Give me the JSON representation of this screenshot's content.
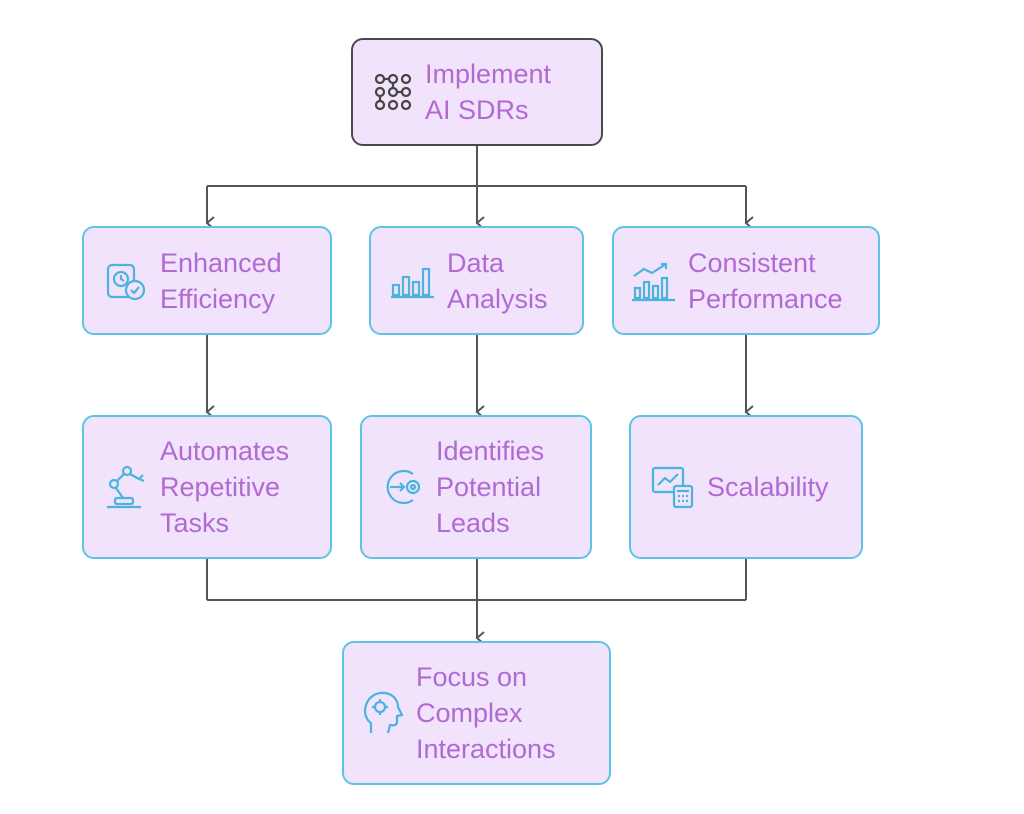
{
  "colors": {
    "node_fill": "#f1e3fb",
    "node_border": "#5ec4e6",
    "root_border": "#4a4a4a",
    "label_text": "#b26ad3",
    "icon": "#4ab4dc",
    "connector": "#555555"
  },
  "nodes": {
    "root": {
      "label": "Implement\nAI SDRs",
      "icon": "dot-grid-icon"
    },
    "efficiency": {
      "label": "Enhanced\nEfficiency",
      "icon": "clock-check-icon"
    },
    "data_analysis": {
      "label": "Data\nAnalysis",
      "icon": "bar-chart-icon"
    },
    "performance": {
      "label": "Consistent\nPerformance",
      "icon": "trending-chart-icon"
    },
    "automates": {
      "label": "Automates\nRepetitive\nTasks",
      "icon": "robot-arm-icon"
    },
    "leads": {
      "label": "Identifies\nPotential\nLeads",
      "icon": "target-arrow-icon"
    },
    "scalability": {
      "label": "Scalability",
      "icon": "calculator-chart-icon"
    },
    "focus": {
      "label": "Focus on\nComplex\nInteractions",
      "icon": "head-gear-icon"
    }
  },
  "edges": [
    [
      "root",
      "efficiency"
    ],
    [
      "root",
      "data_analysis"
    ],
    [
      "root",
      "performance"
    ],
    [
      "efficiency",
      "automates"
    ],
    [
      "data_analysis",
      "leads"
    ],
    [
      "performance",
      "scalability"
    ],
    [
      "automates",
      "focus"
    ],
    [
      "leads",
      "focus"
    ],
    [
      "scalability",
      "focus"
    ]
  ]
}
